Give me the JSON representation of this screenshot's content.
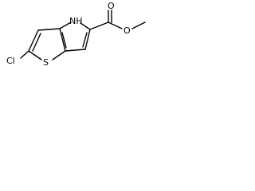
{
  "molecule": {
    "atoms": {
      "chlorine": "Cl",
      "sulfur": "S",
      "nitrogen_h": "NH",
      "ester_carbonyl_oxygen": "O",
      "ester_ether_oxygen": "O"
    },
    "colors": {
      "bond": "#000000",
      "label": "#000000",
      "background": "#ffffff"
    }
  }
}
